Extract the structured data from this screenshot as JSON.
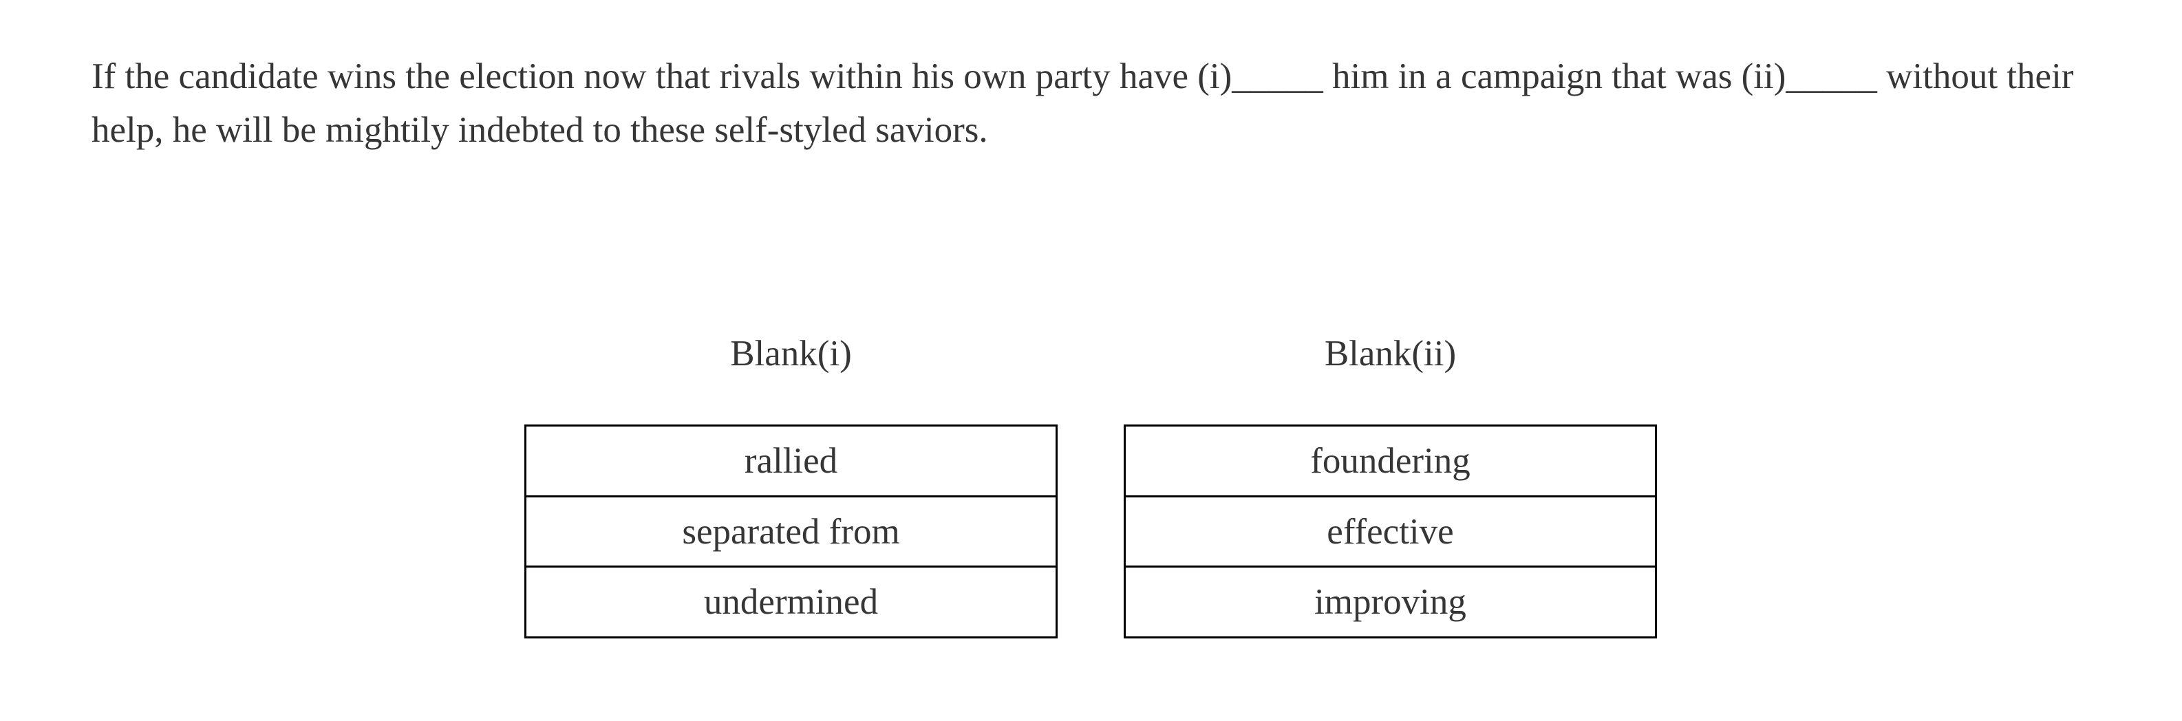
{
  "passage": {
    "lines": [
      "If the candidate wins the election now that rivals within his own party have (i)_____ him in a campaign that was (ii)_____ without their",
      "help, he will be mightily indebted to these self-styled saviors."
    ]
  },
  "blanks": [
    {
      "label": "Blank(i)",
      "options": [
        "rallied",
        "separated from",
        "undermined"
      ]
    },
    {
      "label": "Blank(ii)",
      "options": [
        "foundering",
        "effective",
        "improving"
      ]
    }
  ],
  "colors": {
    "text": "#363636",
    "border": "#000000",
    "background": "#ffffff"
  }
}
